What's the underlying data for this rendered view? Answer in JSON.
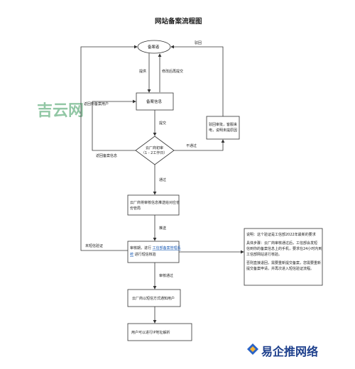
{
  "title": "网站备案流程图",
  "nodes": {
    "start": "备案者",
    "form": "备案信息",
    "decision_1": "云厂商初审",
    "decision_2": "（1 - 2工作日）",
    "reject_1": "驳回审批，客服来",
    "reject_2": "电，说明未提原因",
    "submit_1": "云厂商将审核信息推送给对应省",
    "submit_2": "份管局",
    "verify_1": "审核期，进行",
    "verify_link_1": "工信部备案管理系",
    "verify_link_2": "统",
    "verify_2": "进行短信核验",
    "notify": "云厂商以短信方式通知用户",
    "final": "用户可以进行IP地址解析"
  },
  "edges": {
    "provide": "提供",
    "modify": "修改后再提交",
    "submit": "提交",
    "reject": "驳回",
    "not_pass": "不通过",
    "pass": "通过",
    "return_info": "返回备案信息",
    "return_user": "返回到备案用户",
    "push": "推送",
    "sms_fail": "未短信验证",
    "approved": "审核通过"
  },
  "note": {
    "lines": [
      "说明：这个验证是工信部2022年最新的要求",
      "",
      "具体步骤：云厂商审核通过后，工信部会发短",
      "信到你的备案信息上的手机，要求在24小时内到",
      "工信部网站进行核验。",
      "",
      "否则直接退回，需要重新提交备案，您需要重新",
      "提交备案申请，并再次进入短信验证流程。"
    ]
  },
  "watermarks": {
    "left": "吉云网",
    "right": "易企推网络"
  },
  "colors": {
    "link": "#1a5bb5",
    "wm_green": "#3a9a5c",
    "wm_blue": "#1d3f8c"
  }
}
